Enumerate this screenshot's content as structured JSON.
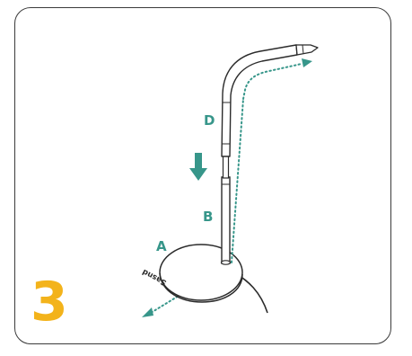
{
  "step": {
    "number": "3"
  },
  "labels": {
    "a": "A",
    "b": "B",
    "d": "D"
  },
  "base_brand": "Sasnd",
  "colors": {
    "step_number": "#f3b31b",
    "accent": "#37968a",
    "line": "#2b2b2b"
  }
}
